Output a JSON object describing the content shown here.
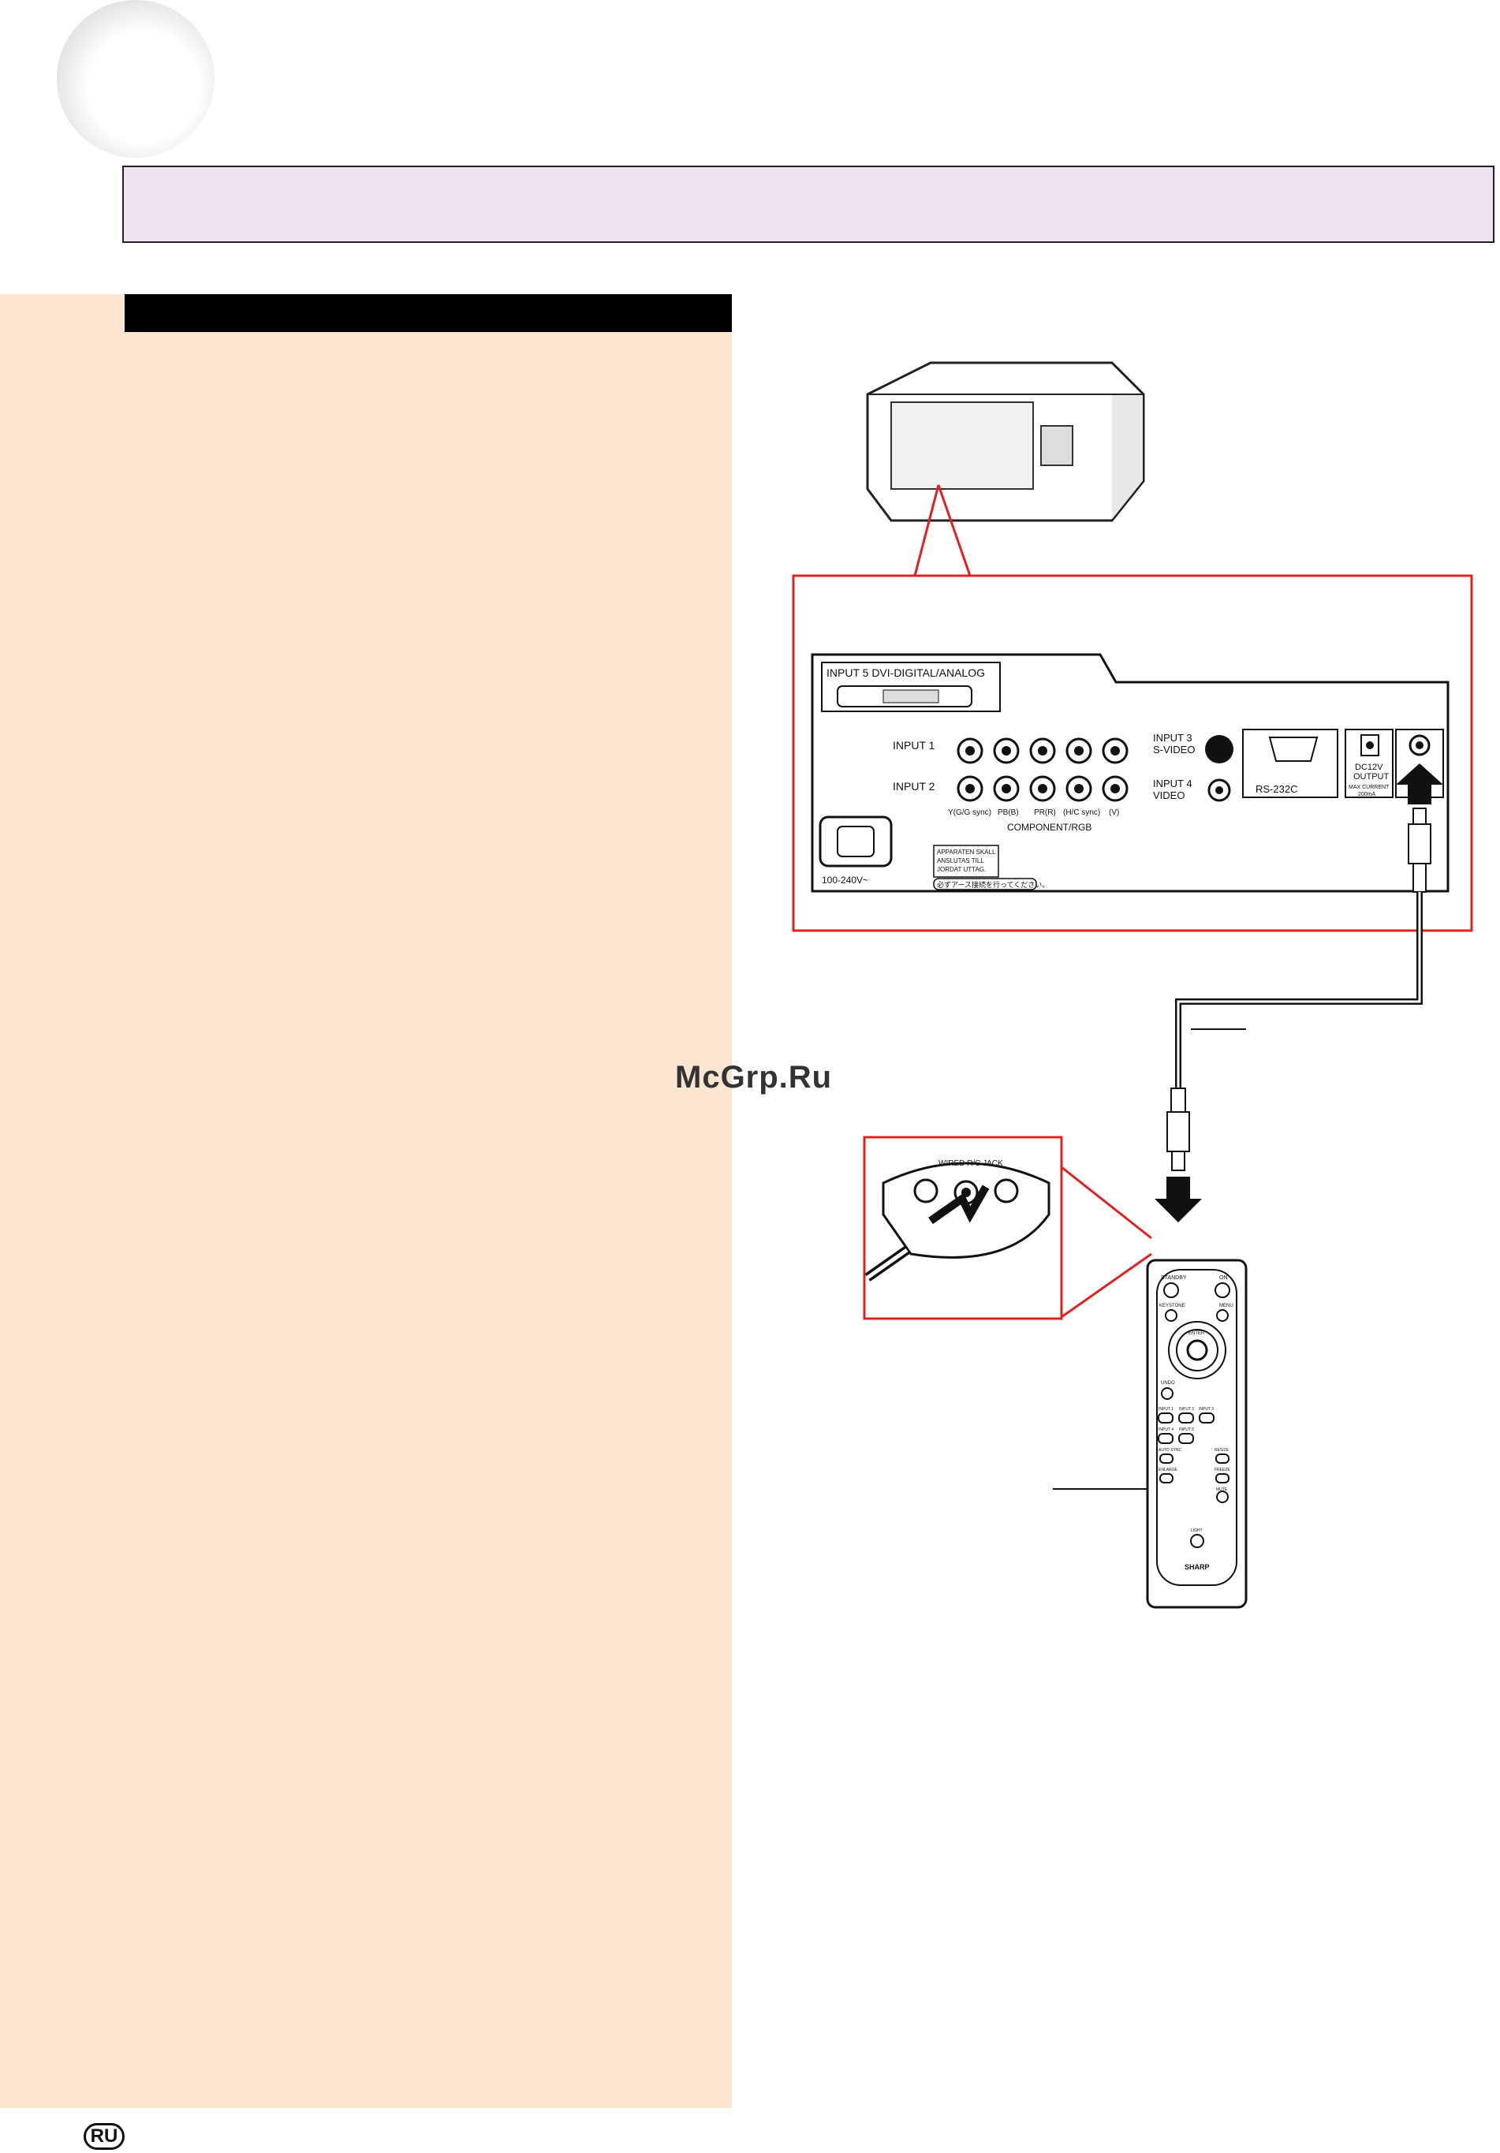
{
  "watermark": "McGrp.Ru",
  "lang_badge": "RU",
  "terminal_panel": {
    "input5": "INPUT 5 DVI-DIGITAL/ANALOG",
    "input1": "INPUT 1",
    "input2": "INPUT 2",
    "input3": "INPUT 3",
    "svideo": "S-VIDEO",
    "input4": "INPUT 4",
    "video": "VIDEO",
    "rs232c": "RS-232C",
    "dc12v": "DC12V",
    "output": "OUTPUT",
    "max_current": "MAX CURRENT",
    "ma": "200mA",
    "ac": "100-240V~",
    "col1": "Y(G/G sync)",
    "col2": "PB(B)",
    "col3": "PR(R)",
    "col4": "(H/C sync)",
    "col5": "(V)",
    "component_rgb": "COMPONENT/RGB",
    "warn1": "APPARATEN SKALL",
    "warn2": "ANSLUTAS TILL",
    "warn3": "JORDAT UTTAG.",
    "warn_jp": "必ずアース接続を行ってください。"
  },
  "wired_jack_label": "WIRED R/C JACK",
  "remote": {
    "brand": "SHARP",
    "standby": "STANDBY",
    "on": "ON",
    "keystone": "KEYSTONE",
    "menu": "MENU",
    "enter": "ENTER",
    "undo": "UNDO",
    "input1": "INPUT 1",
    "input2": "INPUT 2",
    "input3": "INPUT 3",
    "input4": "INPUT 4",
    "input5": "INPUT 5",
    "auto_sync": "AUTO SYNC",
    "resize": "RESIZE",
    "enlarge": "ENLARGE",
    "freeze": "FREEZE",
    "light": "LIGHT",
    "mute": "MUTE"
  }
}
